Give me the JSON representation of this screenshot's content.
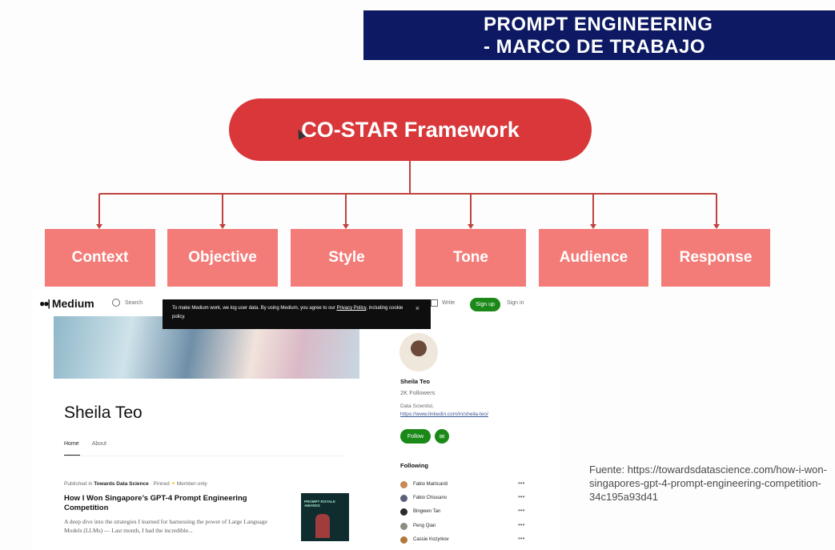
{
  "banner": {
    "line1": "PROMPT ENGINEERING",
    "line2": "- MARCO DE TRABAJO",
    "bg": "#0d1a63"
  },
  "framework": {
    "root": "CO-STAR Framework",
    "items": [
      "Context",
      "Objective",
      "Style",
      "Tone",
      "Audience",
      "Response"
    ],
    "colors": {
      "root": "#d9373a",
      "item": "#f47c78"
    }
  },
  "medium": {
    "logo": "Medium",
    "search_placeholder": "Search",
    "cookie_text_1": "To make Medium work, we log user data. By using Medium, you agree to our ",
    "cookie_link": "Privacy Policy",
    "cookie_text_2": ", including cookie policy.",
    "cookie_close": "×",
    "write": "Write",
    "signup": "Sign up",
    "signin": "Sign in",
    "author_name": "Sheila Teo",
    "tabs": [
      "Home",
      "About"
    ],
    "post": {
      "published_in": "Published in ",
      "publication": "Towards Data Science",
      "meta": " · Pinned ",
      "member": " Member-only",
      "title": "How I Won Singapore’s GPT-4 Prompt Engineering Competition",
      "subtitle": "A deep dive into the strategies I learned for harnessing the power of Large Language Models (LLMs) — Last month, I had the incredible...",
      "thumb_text": "PROMPT ROYALE AWARDS"
    },
    "profile": {
      "name": "Sheila Teo",
      "followers": "2K Followers",
      "bio": "Data Scientist,",
      "link": "https://www.linkedin.com/in/sheila-teo/",
      "follow": "Follow",
      "following_title": "Following",
      "following": [
        {
          "name": "Fabio Matricardi",
          "color": "#c88a55"
        },
        {
          "name": "Fabio Chiusano",
          "color": "#5a5f7a"
        },
        {
          "name": "Bingwen Tan",
          "color": "#2b2b2b"
        },
        {
          "name": "Peng Qian",
          "color": "#8a8f80"
        },
        {
          "name": "Cassie Kozyrkov",
          "color": "#b07a3e"
        }
      ],
      "more": "•••"
    }
  },
  "source": "Fuente: https://towardsdatascience.com/how-i-won-singapores-gpt-4-prompt-engineering-competition-34c195a93d41"
}
